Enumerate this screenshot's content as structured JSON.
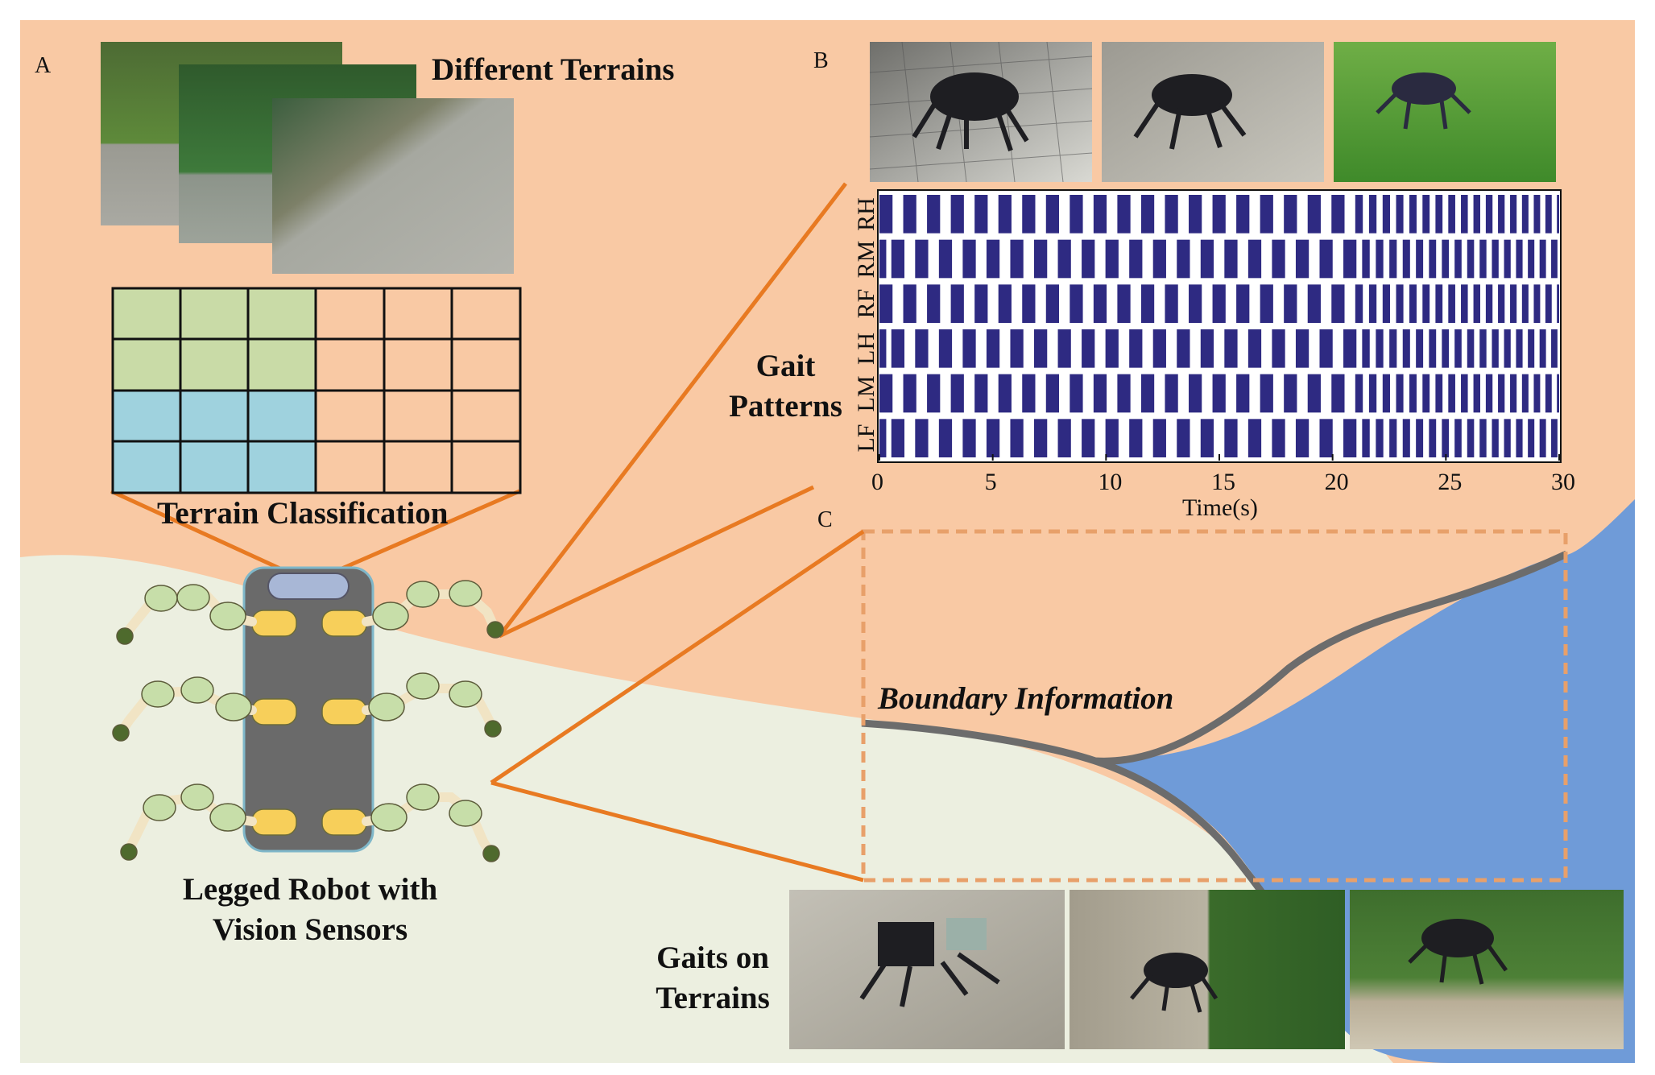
{
  "panels": {
    "a": "A",
    "b": "B",
    "c": "C"
  },
  "labels": {
    "different_terrains": "Different Terrains",
    "terrain_classification": "Terrain Classification",
    "robot_line1": "Legged Robot with",
    "robot_line2": "Vision Sensors",
    "gait_line1": "Gait",
    "gait_line2": "Patterns",
    "boundary": "Boundary Information",
    "gaits_on_line1": "Gaits on",
    "gaits_on_line2": "Terrains"
  },
  "gait_chart": {
    "legs": [
      "RH",
      "RM",
      "RF",
      "LH",
      "LM",
      "LF"
    ],
    "x_ticks": [
      "0",
      "5",
      "10",
      "15",
      "20",
      "25",
      "30"
    ],
    "xlabel": "Time(s)",
    "xlim": [
      0,
      30
    ]
  },
  "colors": {
    "upper_region": "#f9c9a4",
    "lower_region": "#ecefe0",
    "water": "#6f9bd8",
    "connector": "#e87a22",
    "gait_bar": "#2e2a82",
    "class_green": "#c9dba7",
    "class_blue": "#9fd2de",
    "robot_body": "#6a6a6a",
    "leg_segment": "#c7dea9",
    "actuator": "#f7cf5a",
    "boundary_line": "#6c6c6c"
  },
  "photos": {
    "terrains": [
      "grass-pavement-1",
      "grass-pavement-2",
      "grass-pavement-3"
    ],
    "gait_robots": [
      "robot-on-tiles",
      "robot-on-cobblestone",
      "robot-on-grass"
    ],
    "terrain_robots": [
      "robot-on-gravel",
      "robot-on-path",
      "robot-on-grass-edge"
    ]
  }
}
